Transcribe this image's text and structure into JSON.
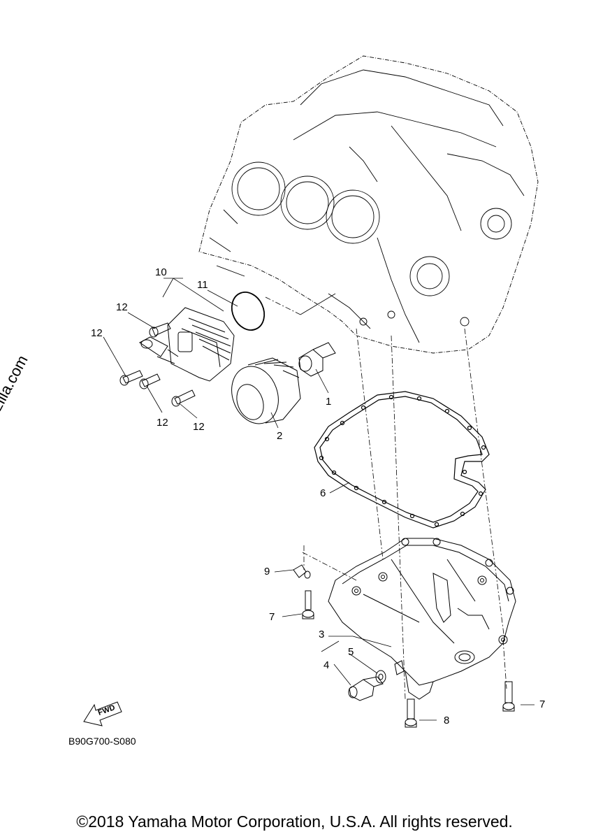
{
  "watermark": "© Partzilla.com",
  "diagram_code": "B90G700-S080",
  "fwd_label": "FWD",
  "copyright": "©2018 Yamaha Motor Corporation, U.S.A. All rights reserved.",
  "callouts": {
    "c1": "1",
    "c2": "2",
    "c3": "3",
    "c4": "4",
    "c5": "5",
    "c6": "6",
    "c7a": "7",
    "c7b": "7",
    "c8": "8",
    "c9": "9",
    "c10": "10",
    "c11": "11",
    "c12a": "12",
    "c12b": "12",
    "c12c": "12",
    "c12d": "12"
  }
}
